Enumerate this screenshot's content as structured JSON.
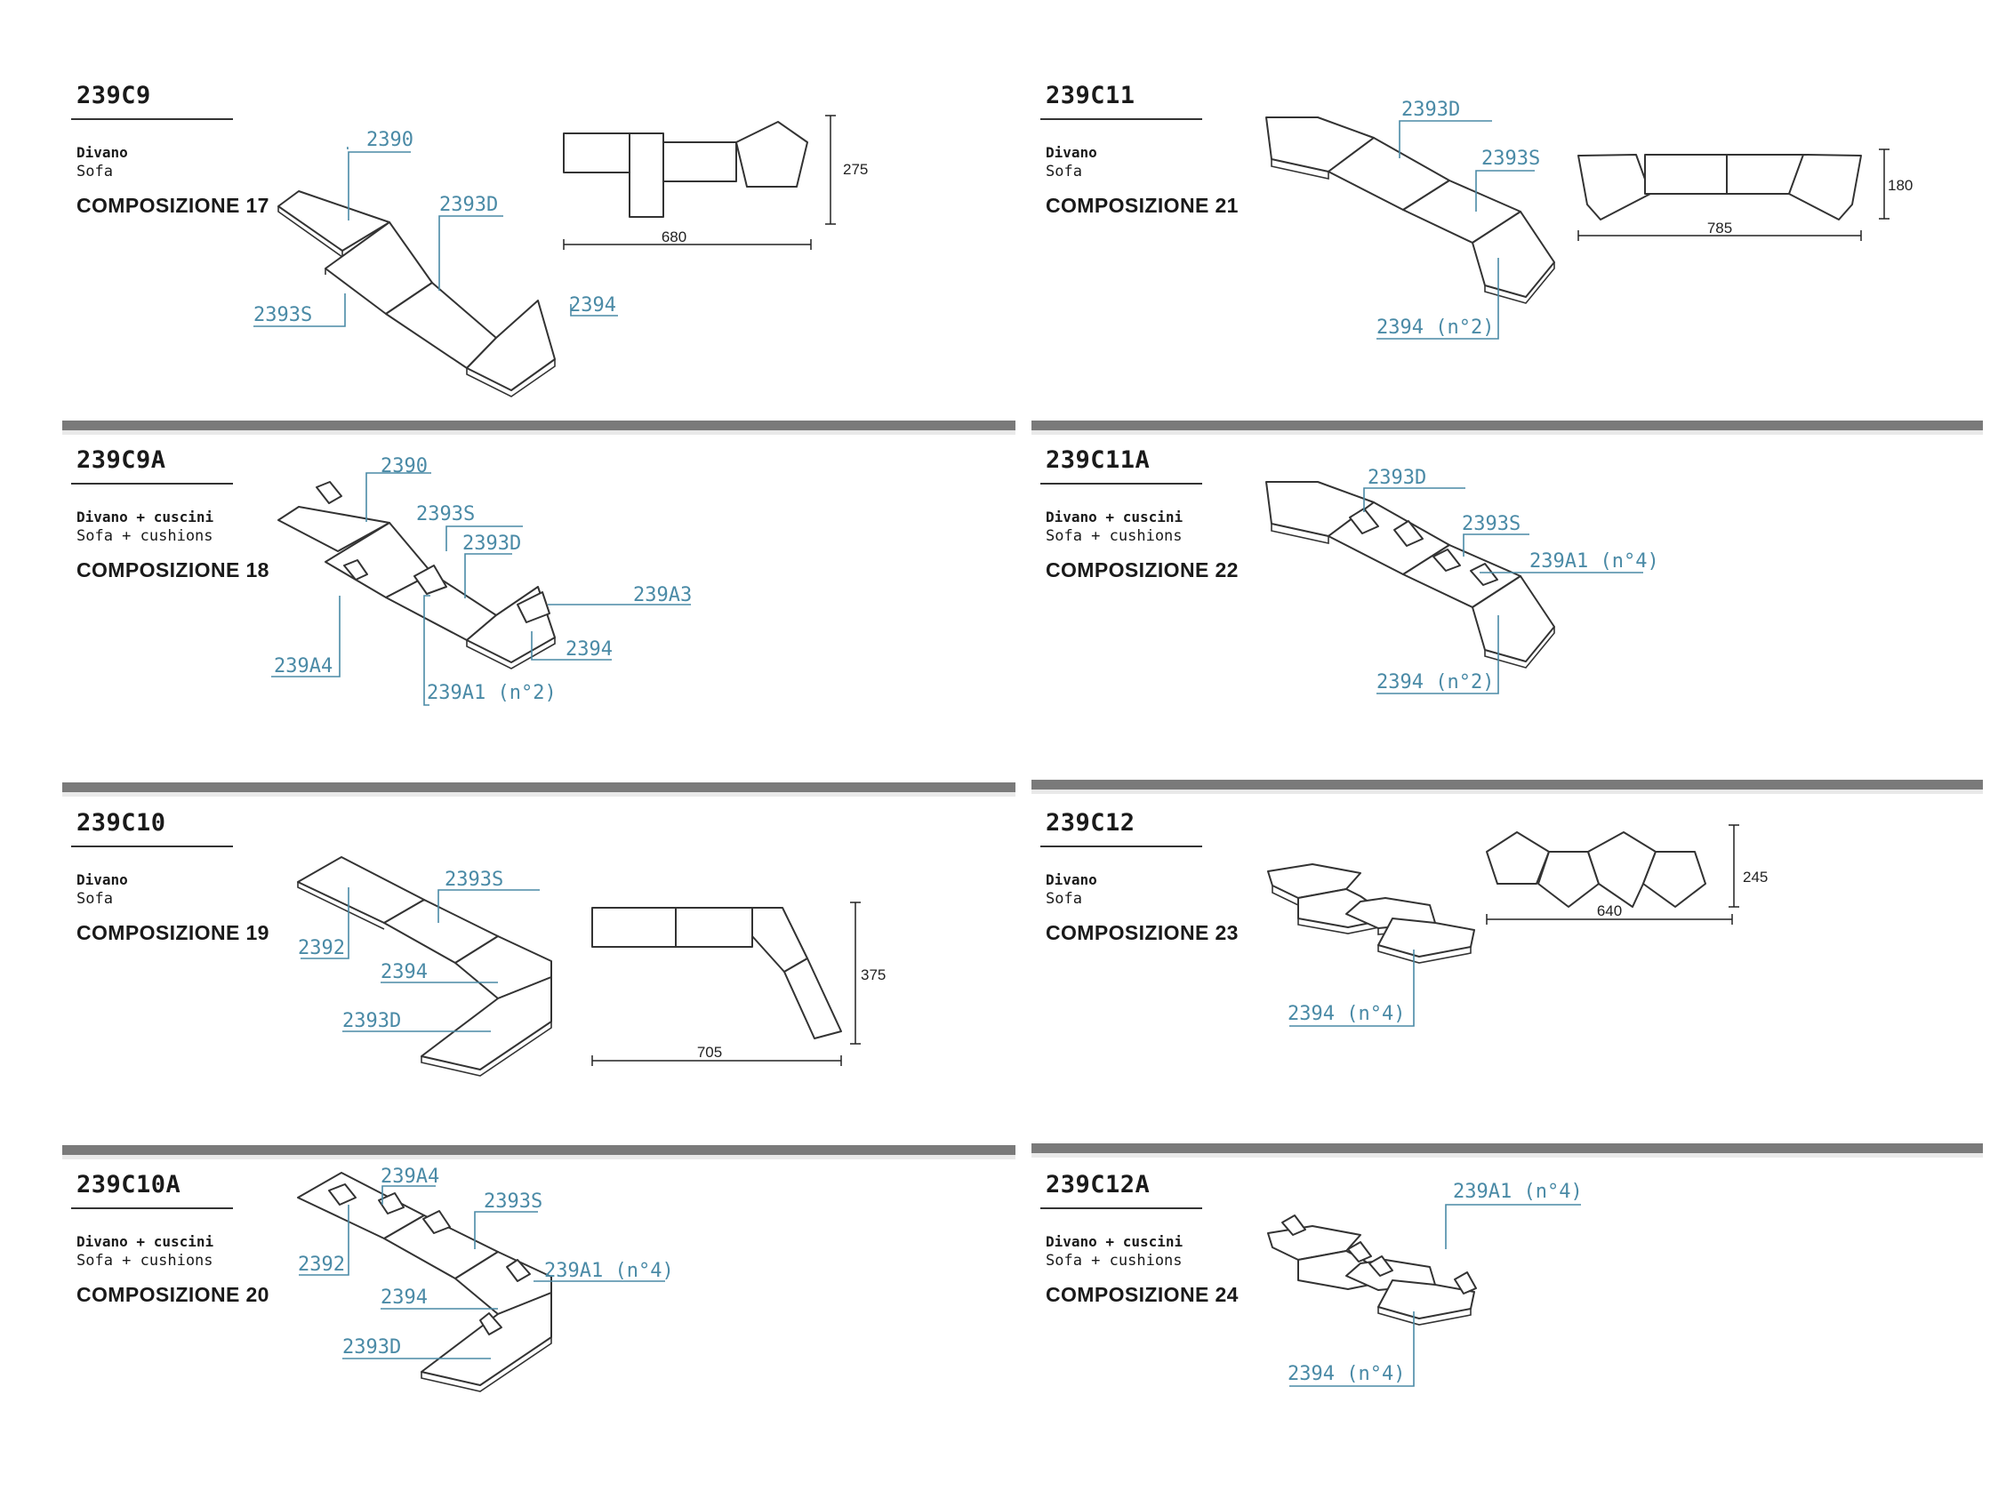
{
  "colors": {
    "label": "#4a8aa6",
    "separator": "#7a7a7a",
    "ink": "#333333"
  },
  "divano": "Divano",
  "sofa": "Sofa",
  "divano_cuscini": "Divano + cuscini",
  "sofa_cushions": "Sofa + cushions",
  "left": {
    "c1": {
      "code": "239C9",
      "comp": "COMPOSIZIONE 17",
      "labels": [
        "2390",
        "2393D",
        "2393S",
        "2394"
      ],
      "dims": {
        "h": "275",
        "w": "680"
      }
    },
    "c2": {
      "code": "239C9A",
      "comp": "COMPOSIZIONE 18",
      "labels": [
        "2390",
        "2393S",
        "2393D",
        "239A3",
        "239A4",
        "2394",
        "239A1 (n°2)"
      ]
    },
    "c3": {
      "code": "239C10",
      "comp": "COMPOSIZIONE 19",
      "labels": [
        "2393S",
        "2392",
        "2394",
        "2393D"
      ],
      "dims": {
        "h": "375",
        "w": "705"
      }
    },
    "c4": {
      "code": "239C10A",
      "comp": "COMPOSIZIONE 20",
      "labels": [
        "239A4",
        "2393S",
        "2392",
        "239A1 (n°4)",
        "2394",
        "2393D"
      ]
    }
  },
  "right": {
    "c1": {
      "code": "239C11",
      "comp": "COMPOSIZIONE 21",
      "labels": [
        "2393D",
        "2393S",
        "2394 (n°2)"
      ],
      "dims": {
        "h": "180",
        "w": "785"
      }
    },
    "c2": {
      "code": "239C11A",
      "comp": "COMPOSIZIONE 22",
      "labels": [
        "2393D",
        "2393S",
        "239A1 (n°4)",
        "2394 (n°2)"
      ]
    },
    "c3": {
      "code": "239C12",
      "comp": "COMPOSIZIONE 23",
      "labels": [
        "2394 (n°4)"
      ],
      "dims": {
        "h": "245",
        "w": "640"
      }
    },
    "c4": {
      "code": "239C12A",
      "comp": "COMPOSIZIONE 24",
      "labels": [
        "239A1 (n°4)",
        "2394 (n°4)"
      ]
    }
  }
}
